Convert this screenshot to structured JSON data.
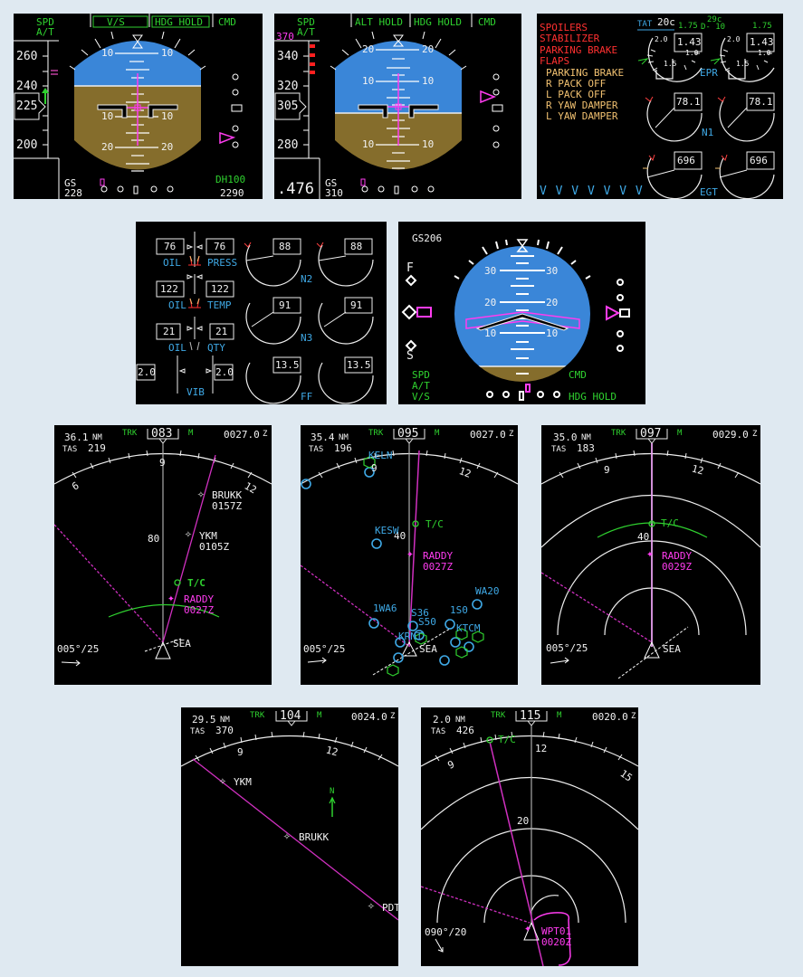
{
  "colors": {
    "page_bg": "#dfe9f1",
    "sky": "#3a86d8",
    "ground": "#856d2c",
    "green": "#2fd12f",
    "magenta": "#ff3cf0",
    "cyan": "#3fa9e6",
    "red": "#ff3030",
    "amber": "#f0c070"
  },
  "pfd1": {
    "fma": {
      "speed_mode": "SPD",
      "at": "A/T",
      "pitch_mode": "V/S",
      "roll_mode": "HDG HOLD",
      "ap": "CMD"
    },
    "speed_tape": [
      "260",
      "240",
      "200"
    ],
    "speed_current": "225",
    "pitch_labels": {
      "up": "10",
      "down1": "10",
      "down2": "20"
    },
    "gs_label": "GS",
    "gs_value": "228",
    "dh_label": "DH100",
    "altitude": "2290"
  },
  "pfd2": {
    "fma": {
      "speed_mode": "SPD",
      "at": "A/T",
      "pitch_mode": "ALT HOLD",
      "roll_mode": "HDG HOLD",
      "ap": "CMD"
    },
    "speed_bug": "370",
    "speed_tape": [
      "340",
      "320",
      "280"
    ],
    "speed_current": "305",
    "pitch_labels": {
      "up2": "20",
      "up1": "10",
      "down1": "10"
    },
    "mach": ".476",
    "gs_label": "GS",
    "gs_value": "310"
  },
  "eicas": {
    "warnings": [
      "SPOILERS",
      "STABILIZER",
      "PARKING BRAKE",
      "FLAPS"
    ],
    "cautions": [
      "PARKING BRAKE",
      "R PACK OFF",
      "L PACK OFF",
      "R YAW DAMPER",
      "L YAW DAMPER"
    ],
    "tat_label": "TAT",
    "tat_value": "20c",
    "d_temp": "29c",
    "d_label": "D- 10",
    "epr_limit_left": "1.75",
    "epr_limit_right": "1.75",
    "epr_left": "1.43",
    "epr_right": "1.43",
    "epr_label": "EPR",
    "epr_scale": [
      "2.0",
      "1.5",
      "1.0"
    ],
    "n1_left": "78.1",
    "n1_right": "78.1",
    "n1_label": "N1",
    "egt_left": "696",
    "egt_right": "696",
    "egt_label": "EGT",
    "v_marks": "V V V V V V V"
  },
  "secondary_eicas": {
    "oil_press_left": "76",
    "oil_press_right": "76",
    "oil_label": "OIL",
    "press_label": "PRESS",
    "oil_temp_left": "122",
    "oil_temp_right": "122",
    "temp_label": "TEMP",
    "oil_qty_left": "21",
    "oil_qty_right": "21",
    "qty_label": "QTY",
    "vib_left": "2.0",
    "vib_right": "2.0",
    "vib_label": "VIB",
    "n2_left": "88",
    "n2_right": "88",
    "n2_label": "N2",
    "n3_left": "91",
    "n3_right": "91",
    "n3_label": "N3",
    "ff_left": "13.5",
    "ff_right": "13.5",
    "ff_label": "FF"
  },
  "pfd3": {
    "gs": "GS206",
    "flap_f": "F",
    "flap_s": "S",
    "pitch_labels": {
      "p30": "30",
      "p20": "20",
      "p10": "10"
    },
    "fma": {
      "speed_mode": "SPD",
      "at": "A/T",
      "pitch_mode": "V/S",
      "ap": "CMD",
      "roll_mode": "HDG HOLD"
    }
  },
  "nd1": {
    "range": "36.1",
    "range_unit": "NM",
    "tas_label": "TAS",
    "tas": "219",
    "trk_label": "TRK",
    "heading": "083",
    "mag": "M",
    "time": "0027.0",
    "time_z": "Z",
    "compass": [
      "6",
      "9",
      "12"
    ],
    "range_ring": "80",
    "waypoints": [
      {
        "name": "BRUKK",
        "eta": "0157Z"
      },
      {
        "name": "YKM",
        "eta": "0105Z"
      },
      {
        "name": "RADDY",
        "eta": "0027Z"
      },
      {
        "name": "SEA",
        "eta": ""
      }
    ],
    "tc": "T/C",
    "wind": "005°/25"
  },
  "nd2": {
    "range": "35.4",
    "range_unit": "NM",
    "tas_label": "TAS",
    "tas": "196",
    "trk_label": "TRK",
    "heading": "095",
    "mag": "M",
    "time": "0027.0",
    "time_z": "Z",
    "compass": [
      "9",
      "12"
    ],
    "range_ring": "40",
    "airports": [
      "KELN",
      "KESW",
      "1WA6",
      "S36",
      "S50",
      "1S0",
      "WA20",
      "KTCM",
      "KRNT",
      "SEA"
    ],
    "waypoints": [
      {
        "name": "RADDY",
        "eta": "0027Z"
      }
    ],
    "tc": "T/C",
    "wind": "005°/25"
  },
  "nd3": {
    "range": "35.0",
    "range_unit": "NM",
    "tas_label": "TAS",
    "tas": "183",
    "trk_label": "TRK",
    "heading": "097",
    "mag": "M",
    "time": "0029.0",
    "time_z": "Z",
    "compass": [
      "9",
      "12"
    ],
    "range_ring": "40",
    "waypoints": [
      {
        "name": "RADDY",
        "eta": "0029Z"
      },
      {
        "name": "SEA",
        "eta": ""
      }
    ],
    "tc": "T/C",
    "wind": "005°/25"
  },
  "nd4": {
    "range": "29.5",
    "range_unit": "NM",
    "tas_label": "TAS",
    "tas": "370",
    "trk_label": "TRK",
    "heading": "104",
    "mag": "M",
    "time": "0024.0",
    "time_z": "Z",
    "compass": [
      "9",
      "12"
    ],
    "waypoints": [
      {
        "name": "YKM"
      },
      {
        "name": "BRUKK"
      },
      {
        "name": "PDT"
      }
    ],
    "north": "N"
  },
  "nd5": {
    "range": "2.0",
    "range_unit": "NM",
    "tas_label": "TAS",
    "tas": "426",
    "trk_label": "TRK",
    "heading": "115",
    "mag": "M",
    "time": "0020.0",
    "time_z": "Z",
    "compass": [
      "9",
      "12",
      "15"
    ],
    "range_ring": "20",
    "waypoints": [
      {
        "name": "WPT01",
        "eta": "0020Z"
      }
    ],
    "tc": "T/C",
    "wind": "090°/20"
  }
}
